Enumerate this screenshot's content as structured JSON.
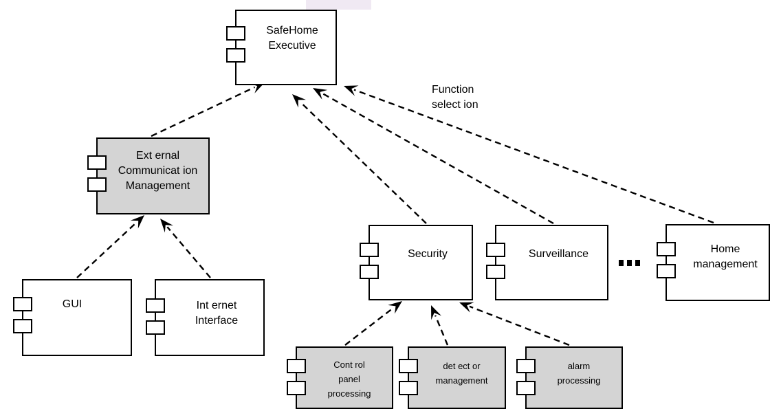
{
  "diagram": {
    "components": [
      {
        "id": "safehome-executive",
        "label": "SafeHome\nExecutive",
        "shaded": false
      },
      {
        "id": "external-communication-management",
        "label": "Ext ernal\nCommunicat ion\nManagement",
        "shaded": true
      },
      {
        "id": "gui",
        "label": "GUI",
        "shaded": false
      },
      {
        "id": "internet-interface",
        "label": "Int ernet\nInterface",
        "shaded": false
      },
      {
        "id": "security",
        "label": "Security",
        "shaded": false
      },
      {
        "id": "surveillance",
        "label": "Surveillance",
        "shaded": false
      },
      {
        "id": "home-management",
        "label": "Home\nmanagement",
        "shaded": false
      },
      {
        "id": "control-panel-processing",
        "label": "Cont rol\npanel\nprocessing",
        "shaded": true
      },
      {
        "id": "detector-management",
        "label": "det ect or\nmanagement",
        "shaded": true
      },
      {
        "id": "alarm-processing",
        "label": "alarm\nprocessing",
        "shaded": true
      }
    ],
    "dependencies": [
      {
        "from": "external-communication-management",
        "to": "safehome-executive"
      },
      {
        "from": "security",
        "to": "safehome-executive"
      },
      {
        "from": "surveillance",
        "to": "safehome-executive"
      },
      {
        "from": "home-management",
        "to": "safehome-executive"
      },
      {
        "from": "gui",
        "to": "external-communication-management"
      },
      {
        "from": "internet-interface",
        "to": "external-communication-management"
      },
      {
        "from": "control-panel-processing",
        "to": "security"
      },
      {
        "from": "detector-management",
        "to": "security"
      },
      {
        "from": "alarm-processing",
        "to": "security"
      }
    ],
    "annotation": "Function\nselect ion"
  }
}
